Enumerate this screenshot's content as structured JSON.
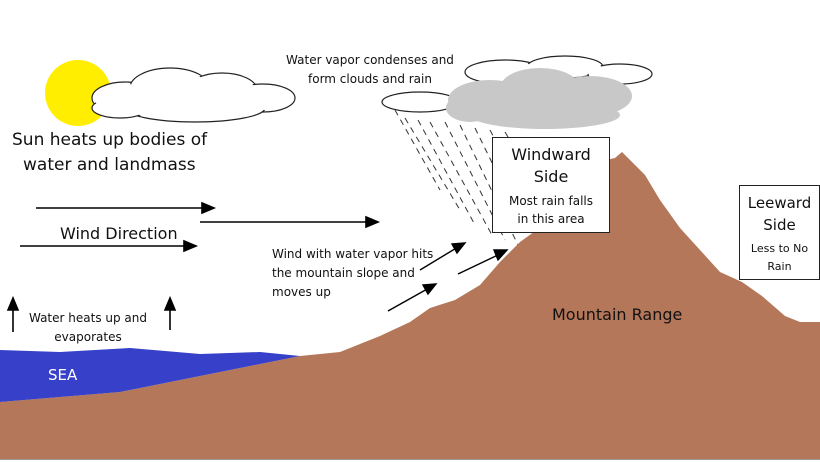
{
  "labels": {
    "sun_text_line1": "Sun heats up bodies of",
    "sun_text_line2": "water and landmass",
    "wind_direction": "Wind Direction",
    "condense_line1": "Water vapor condenses and",
    "condense_line2": "form clouds and rain",
    "vapor_hits_line1": "Wind with water vapor hits",
    "vapor_hits_line2": "the mountain slope and",
    "vapor_hits_line3": "moves up",
    "evaporates_line1": "Water heats up and",
    "evaporates_line2": "evaporates",
    "sea": "SEA",
    "mountain": "Mountain Range"
  },
  "windward_box": {
    "title_line1": "Windward",
    "title_line2": "Side",
    "desc_line1": "Most rain falls",
    "desc_line2": "in this area"
  },
  "leeward_box": {
    "title_line1": "Leeward",
    "title_line2": "Side",
    "desc_line1": "Less to No",
    "desc_line2": "Rain"
  },
  "colors": {
    "sun": "#ffee00",
    "sea": "#3640c8",
    "mountain": "#b5775a",
    "rain_cloud": "#c8c8c8",
    "cloud": "#ffffff",
    "outline": "#222222"
  }
}
